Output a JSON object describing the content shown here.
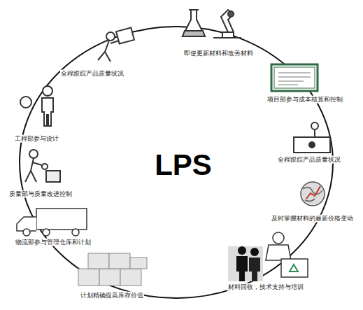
{
  "diagram": {
    "labels": [
      "LPS",
      "即使更新材料和改善材料",
      "项目部参与成本核算和控制",
      "全程跟踪产品质量状况",
      "及时掌握材料的最新价格变动",
      "材料回收，技术支持与培训",
      "计划精确提高库存价值",
      "物流部参与管理仓库和计划",
      "质量部与质量改进控制",
      "工程部参与设计",
      "全程跟踪产品质量状况"
    ]
  }
}
